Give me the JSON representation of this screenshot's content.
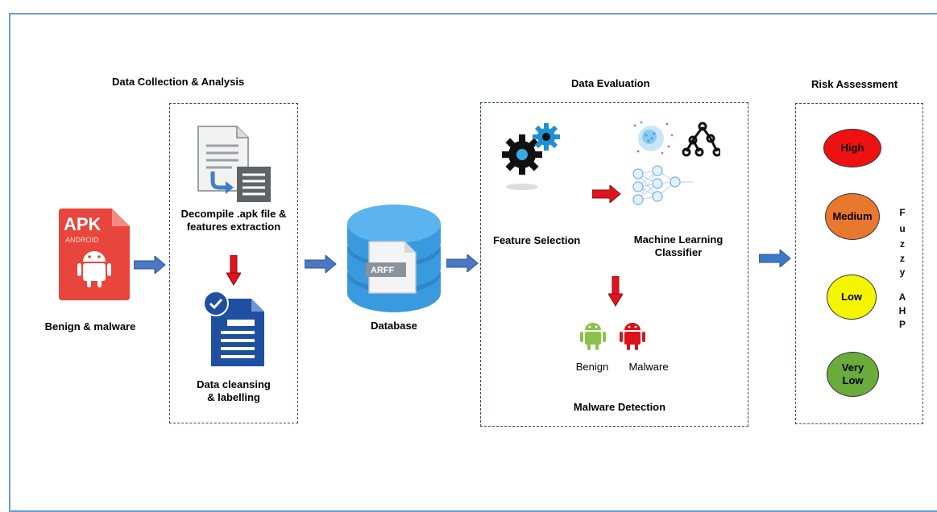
{
  "sections": {
    "collection_title": "Data Collection & Analysis",
    "evaluation_title": "Data Evaluation",
    "risk_title": "Risk Assessment"
  },
  "input": {
    "apk_text": "APK",
    "android_text": "ANDROID",
    "label": "Benign & malware"
  },
  "collection": {
    "decompile_label_line1": "Decompile .apk file &",
    "decompile_label_line2": "features extraction",
    "cleansing_label_line1": "Data cleansing",
    "cleansing_label_line2": "& labelling"
  },
  "database": {
    "arff_text": "ARFF",
    "label": "Database"
  },
  "evaluation": {
    "feature_selection": "Feature Selection",
    "ml_line1": "Machine Learning",
    "ml_line2": "Classifier",
    "benign": "Benign",
    "malware": "Malware",
    "detection": "Malware Detection"
  },
  "risk": {
    "levels": [
      {
        "label": "High",
        "color": "#ee1111"
      },
      {
        "label": "Medium",
        "color": "#e9782f"
      },
      {
        "label": "Low",
        "color": "#f5f500"
      },
      {
        "label": "Very Low",
        "color": "#6aab3c"
      }
    ],
    "fuzzy_letters": [
      "F",
      "u",
      "z",
      "z",
      "y"
    ],
    "ahp_letters": [
      "A",
      "H",
      "P"
    ]
  },
  "colors": {
    "arrow_blue": "#4a78c2",
    "arrow_red": "#e0141e",
    "apk_red": "#e8453c",
    "android_green": "#8bc34a",
    "db_blue": "#3a9ae0"
  }
}
